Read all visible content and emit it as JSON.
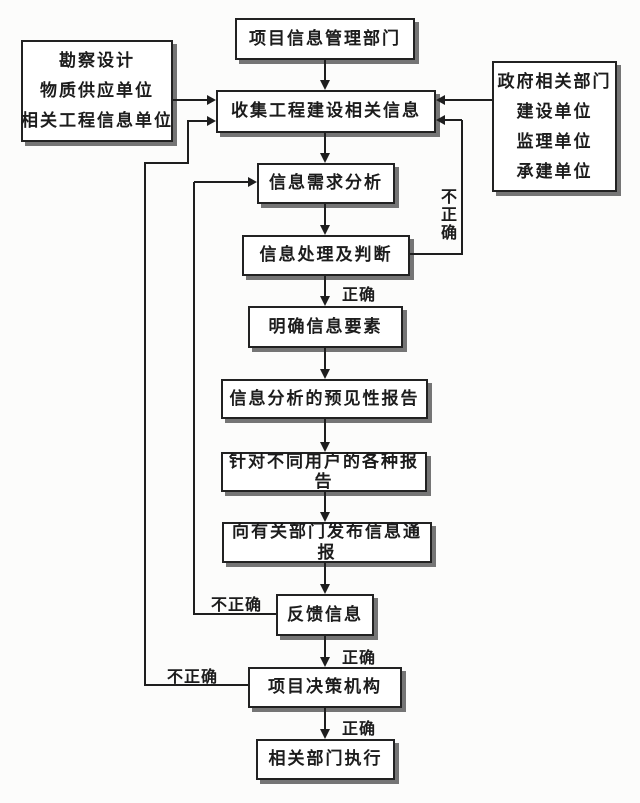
{
  "diagram": {
    "nodes": {
      "dept": "项目信息管理部门",
      "external_left": [
        "勘察设计",
        "物质供应单位",
        "相关工程信息单位"
      ],
      "external_right": [
        "政府相关部门",
        "建设单位",
        "监理单位",
        "承建单位"
      ],
      "collect": "收集工程建设相关信息",
      "demand": "信息需求分析",
      "process": "信息处理及判断",
      "clarify": "明确信息要素",
      "foresight": "信息分析的预见性报告",
      "user_reports": "针对不同用户的各种报告",
      "publish": "向有关部门发布信息通报",
      "feedback": "反馈信息",
      "decision": "项目决策机构",
      "execute": "相关部门执行"
    },
    "labels": {
      "correct": "正确",
      "incorrect": "不正确"
    },
    "edges": [
      {
        "from": "dept",
        "to": "collect",
        "label": ""
      },
      {
        "from": "external_left",
        "to": "collect",
        "label": ""
      },
      {
        "from": "external_right",
        "to": "collect",
        "label": ""
      },
      {
        "from": "collect",
        "to": "demand",
        "label": ""
      },
      {
        "from": "demand",
        "to": "process",
        "label": ""
      },
      {
        "from": "process",
        "to": "clarify",
        "label": "正确"
      },
      {
        "from": "process",
        "to": "collect",
        "label": "不正确"
      },
      {
        "from": "clarify",
        "to": "foresight",
        "label": ""
      },
      {
        "from": "foresight",
        "to": "user_reports",
        "label": ""
      },
      {
        "from": "user_reports",
        "to": "publish",
        "label": ""
      },
      {
        "from": "publish",
        "to": "feedback",
        "label": ""
      },
      {
        "from": "feedback",
        "to": "decision",
        "label": "正确"
      },
      {
        "from": "feedback",
        "to": "demand",
        "label": "不正确"
      },
      {
        "from": "decision",
        "to": "execute",
        "label": "正确"
      },
      {
        "from": "decision",
        "to": "collect",
        "label": "不正确"
      }
    ],
    "colors": {
      "background": "#fcfcfb",
      "box_background": "#ffffff",
      "line": "#1e1e1e",
      "shadow": "#757575",
      "text": "#1c1c1c"
    }
  }
}
